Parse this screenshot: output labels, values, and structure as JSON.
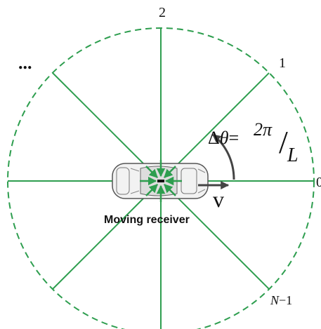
{
  "diagram": {
    "angle_labels": {
      "label_0": "0",
      "label_1": "1",
      "label_2": "2",
      "label_ellipsis": "...",
      "label_n": "N",
      "label_minus_one": "−1"
    },
    "delta_theta": {
      "delta": "Δ",
      "theta": "θ",
      "equals": "=",
      "numerator": "2π",
      "slash": "/",
      "denominator": "L"
    },
    "velocity_label": "v",
    "receiver_caption": "Moving receiver",
    "colors": {
      "ray": "#2e9e4f",
      "circle": "#2e9e4f",
      "arrow": "#2e9e4f",
      "car_body": "#f2f2f2",
      "car_outline": "#555555",
      "velocity_arrow": "#444444"
    },
    "icons": {
      "car": "car-top-view-icon"
    }
  }
}
